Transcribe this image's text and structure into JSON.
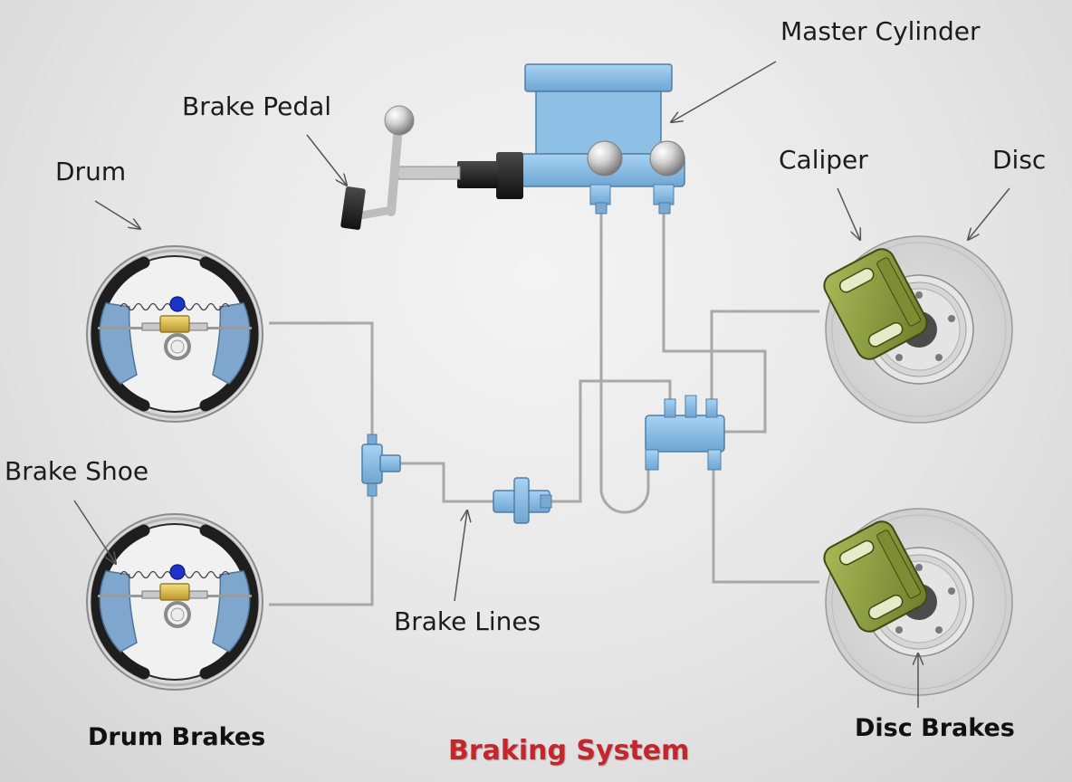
{
  "labels": {
    "master_cylinder": "Master Cylinder",
    "brake_pedal": "Brake Pedal",
    "drum": "Drum",
    "caliper": "Caliper",
    "disc": "Disc",
    "brake_shoe": "Brake Shoe",
    "brake_lines": "Brake Lines"
  },
  "captions": {
    "drum_brakes": "Drum Brakes",
    "disc_brakes": "Disc Brakes"
  },
  "title": "Braking System",
  "colors": {
    "component_blue": "#8ec0e6",
    "caliper_green": "#8a9a3c",
    "title_red": "#c4262b",
    "brake_line": "#a9a9a9"
  }
}
